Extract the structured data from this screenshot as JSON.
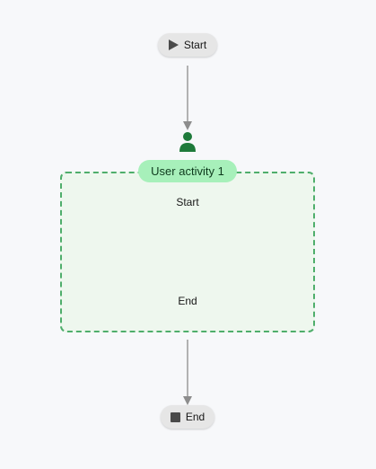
{
  "diagram": {
    "start_node": {
      "label": "Start",
      "icon": "play-icon"
    },
    "activity": {
      "title": "User activity 1",
      "icon": "user-icon",
      "inner_start_label": "Start",
      "inner_end_label": "End",
      "border_color": "#4fae6b",
      "fill_color": "#eef7ee",
      "title_color": "#a7f0ba"
    },
    "end_node": {
      "label": "End",
      "icon": "stop-icon"
    },
    "edge_color": "#8d8d8d"
  }
}
